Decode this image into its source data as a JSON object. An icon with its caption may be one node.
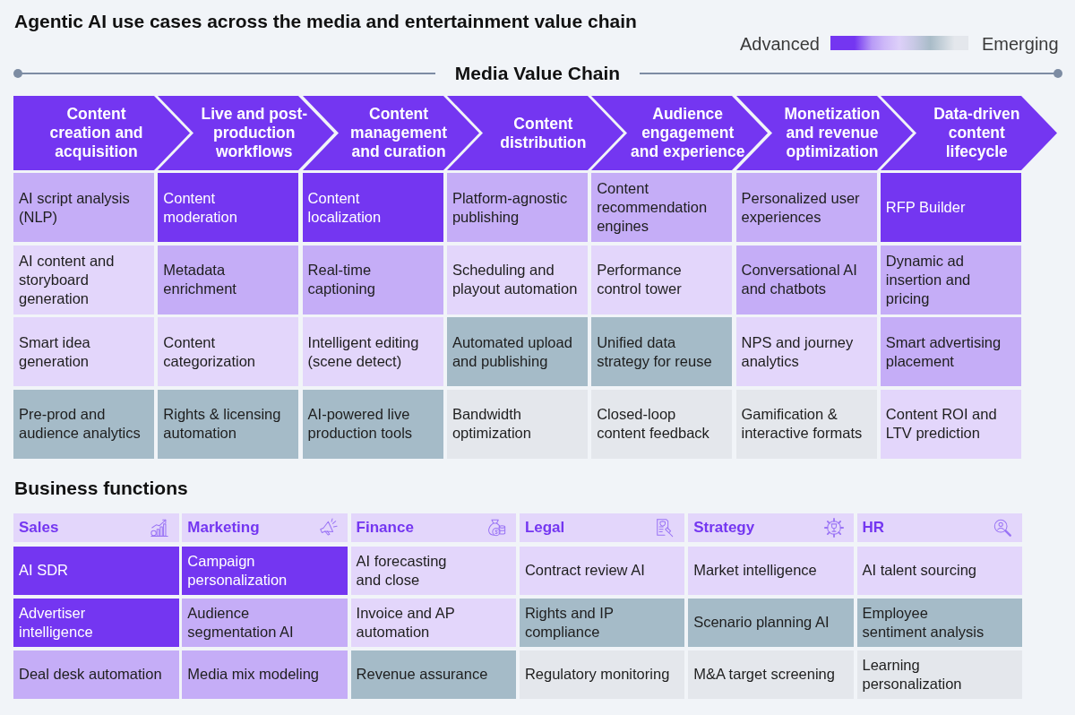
{
  "diagram": {
    "title": "Agentic AI use cases across the media and entertainment value chain",
    "nodes": [
      {
        "text": [
          "Content creation and acquisition"
        ]
      },
      {
        "text": [
          "Live and post-production workflows"
        ]
      },
      {
        "text": [
          "Content management and curation"
        ]
      },
      {
        "text": [
          "Content distribution"
        ]
      },
      {
        "text": [
          "Audience engagement and experience"
        ]
      },
      {
        "text": [
          "Monetization and revenue optimization"
        ]
      },
      {
        "text": [
          "Data-driven content lifecycle"
        ]
      },
      {
        "text": [
          "AI script analysis (NLP)"
        ]
      },
      {
        "text": [
          "Content moderation"
        ]
      },
      {
        "text": [
          "Content localization"
        ]
      },
      {
        "text": [
          "Platform-agnostic publishing"
        ]
      },
      {
        "text": [
          "Content recommendation engines"
        ]
      },
      {
        "text": [
          "Personalized user experiences"
        ]
      },
      {
        "text": [
          "RFP Builder"
        ]
      },
      {
        "text": [
          "AI content and storyboard generation"
        ]
      },
      {
        "text": [
          "Metadata enrichment"
        ]
      },
      {
        "text": [
          "Real-time captioning"
        ]
      },
      {
        "text": [
          "Scheduling and playout automation"
        ]
      },
      {
        "text": [
          "Performance control tower"
        ]
      },
      {
        "text": [
          "Conversational AI and chatbots"
        ]
      },
      {
        "text": [
          "Dynamic ad insertion and pricing"
        ]
      },
      {
        "text": [
          "Smart idea generation"
        ]
      },
      {
        "text": [
          "Content categorization"
        ]
      },
      {
        "text": [
          "Intelligent editing (scene detect)"
        ]
      },
      {
        "text": [
          "Automated upload and publishing"
        ]
      },
      {
        "text": [
          "Unified data strategy for reuse"
        ]
      },
      {
        "text": [
          "NPS and journey analytics"
        ]
      },
      {
        "text": [
          "Smart advertising placement"
        ]
      },
      {
        "text": [
          "Pre-prod and audience analytics"
        ]
      },
      {
        "text": [
          "Rights & licensing automation"
        ]
      },
      {
        "text": [
          "AI-powered live production tools"
        ]
      },
      {
        "text": [
          "Bandwidth optimization"
        ]
      },
      {
        "text": [
          "Closed-loop content feedback"
        ]
      },
      {
        "text": [
          "Gamification & interactive formats"
        ]
      },
      {
        "text": [
          "Content ROI and LTV prediction"
        ]
      },
      {
        "text": [
          "Sales"
        ]
      },
      {
        "text": [
          "Marketing"
        ]
      },
      {
        "text": [
          "Finance"
        ]
      },
      {
        "text": [
          "Legal"
        ]
      },
      {
        "text": [
          "Strategy"
        ]
      },
      {
        "text": [
          "HR"
        ]
      },
      {
        "text": [
          "AI SDR"
        ]
      },
      {
        "text": [
          "Campaign personalization"
        ]
      },
      {
        "text": [
          "AI forecasting and close"
        ]
      },
      {
        "text": [
          "Contract review AI"
        ]
      },
      {
        "text": [
          "Market intelligence"
        ]
      },
      {
        "text": [
          "AI talent sourcing"
        ]
      },
      {
        "text": [
          "Advertiser intelligence"
        ]
      },
      {
        "text": [
          "Audience segmentation AI"
        ]
      },
      {
        "text": [
          "Invoice and AP automation"
        ]
      },
      {
        "text": [
          "Rights and IP compliance"
        ]
      },
      {
        "text": [
          "Scenario planning AI"
        ]
      },
      {
        "text": [
          "Employee sentiment analysis"
        ]
      },
      {
        "text": [
          "Deal desk automation"
        ]
      },
      {
        "text": [
          "Media mix modeling"
        ]
      },
      {
        "text": [
          "Revenue assurance"
        ]
      },
      {
        "text": [
          "Regulatory monitoring"
        ]
      },
      {
        "text": [
          "M&A target screening"
        ]
      },
      {
        "text": [
          "Learning personalization"
        ]
      }
    ],
    "labels": [
      "Media Value Chain",
      "Business functions"
    ],
    "legend": [
      {
        "text": "Advanced",
        "color": "#7436f1"
      },
      {
        "text": "Emerging",
        "color": "#e4e7ec"
      }
    ]
  }
}
